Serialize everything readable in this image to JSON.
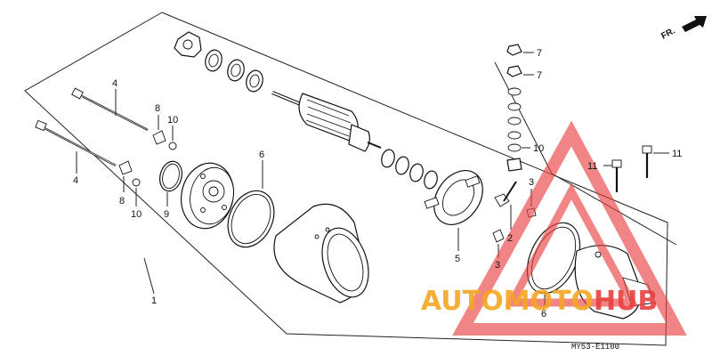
{
  "diagram": {
    "drawing_code": "MY53-E1100",
    "direction_label": "FR.",
    "callouts": {
      "c1": "1",
      "c2": "2",
      "c3a": "3",
      "c3b": "3",
      "c4a": "4",
      "c4b": "4",
      "c5": "5",
      "c6a": "6",
      "c6b": "6",
      "c7a": "7",
      "c7b": "7",
      "c8a": "8",
      "c8b": "8",
      "c9": "9",
      "c10a": "10",
      "c10b": "10",
      "c10c": "10",
      "c11a": "11",
      "c11b": "11"
    }
  },
  "watermark": {
    "part1": "AUTOMOTO",
    "part2": "HUB",
    "color_orange": "#f5a623",
    "color_red": "#e94040"
  }
}
